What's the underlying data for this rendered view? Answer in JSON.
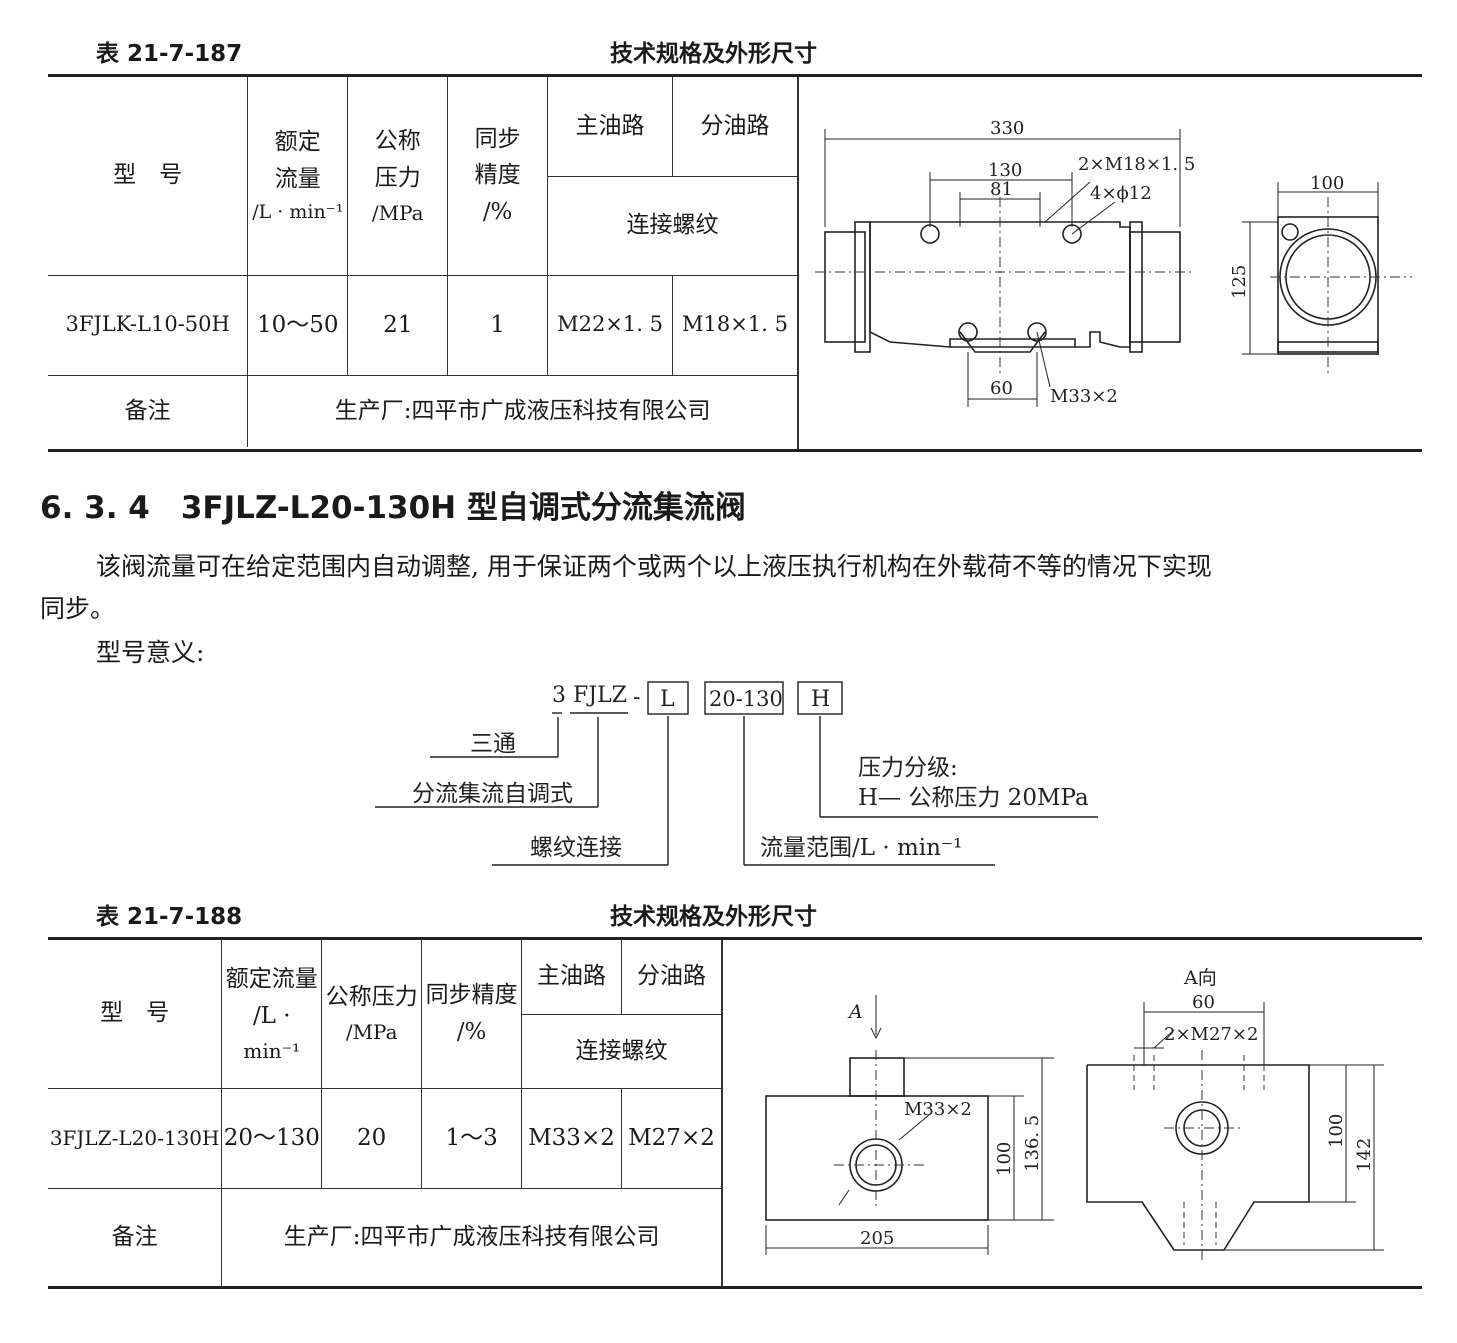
{
  "table1": {
    "label": "表 21-7-187",
    "caption": "技术规格及外形尺寸",
    "headers": {
      "model": "型　号",
      "flow": [
        "额定",
        "流量",
        "/L · min⁻¹"
      ],
      "pressure": [
        "公称",
        "压力",
        "/MPa"
      ],
      "sync": [
        "同步",
        "精度",
        "/%"
      ],
      "main_oil": "主油路",
      "branch_oil": "分油路",
      "thread": "连接螺纹"
    },
    "row": {
      "model": "3FJLK-L10-50H",
      "flow": "10～50",
      "pressure": "21",
      "sync": "1",
      "main_thread": "M22×1. 5",
      "branch_thread": "M18×1. 5"
    },
    "remark_label": "备注",
    "remark": "生产厂:四平市广成液压科技有限公司",
    "drawing": {
      "dim_330": "330",
      "dim_130": "130",
      "dim_81": "81",
      "thread_2m18": "2×M18×1. 5",
      "holes_4phi12": "4×ϕ12",
      "dim_60": "60",
      "thread_m33": "M33×2",
      "dim_100": "100",
      "dim_125": "125"
    }
  },
  "section": {
    "heading": "6. 3. 4　3FJLZ-L20-130H 型自调式分流集流阀",
    "paragraph1": "该阀流量可在给定范围内自动调整, 用于保证两个或两个以上液压执行机构在外载荷不等的情况下实现",
    "paragraph1_cont": "同步。",
    "paragraph2": "型号意义:"
  },
  "model_code": {
    "part_3": "3",
    "part_fjlz": "FJLZ",
    "dash": "-",
    "box_l": "L",
    "box_range": "20-130",
    "box_h": "H",
    "label_3": "三通",
    "label_fjlz": "分流集流自调式",
    "label_l": "螺纹连接",
    "label_range": "流量范围/L · min⁻¹",
    "label_h_title": "压力分级:",
    "label_h_value": "H— 公称压力 20MPa"
  },
  "table2": {
    "label": "表 21-7-188",
    "caption": "技术规格及外形尺寸",
    "headers": {
      "model": "型　号",
      "flow": [
        "额定流量",
        "/L ·",
        "min⁻¹"
      ],
      "pressure": [
        "公称压力",
        "/MPa"
      ],
      "sync": [
        "同步精度",
        "/%"
      ],
      "main_oil": "主油路",
      "branch_oil": "分油路",
      "thread": "连接螺纹"
    },
    "row": {
      "model": "3FJLZ-L20-130H",
      "flow": "20～130",
      "pressure": "20",
      "sync": "1～3",
      "main_thread": "M33×2",
      "branch_thread": "M27×2"
    },
    "remark_label": "备注",
    "remark": "生产厂:四平市广成液压科技有限公司",
    "drawing": {
      "view_a": "A",
      "view_a_dir": "A向",
      "thread_m33": "M33×2",
      "dim_100_left": "100",
      "dim_136": "136. 5",
      "dim_205": "205",
      "dim_60": "60",
      "thread_2m27": "2×M27×2",
      "dim_100_right": "100",
      "dim_142": "142"
    }
  }
}
